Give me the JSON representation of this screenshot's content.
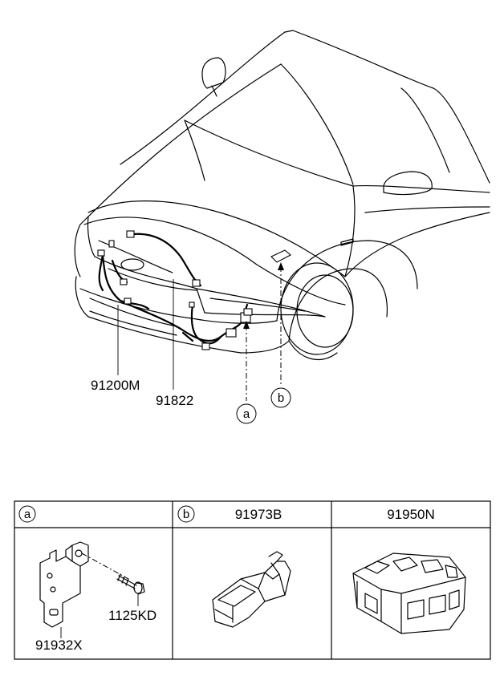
{
  "callouts": {
    "harness": "91200M",
    "hood_wire": "91822",
    "ref_a": "a",
    "ref_b": "b"
  },
  "table": {
    "cells": [
      {
        "ref": "a",
        "part": ""
      },
      {
        "ref": "b",
        "part": "91973B"
      },
      {
        "ref": "",
        "part": "91950N"
      }
    ],
    "detail_a_labels": {
      "bracket": "91932X",
      "bolt": "1125KD"
    }
  }
}
